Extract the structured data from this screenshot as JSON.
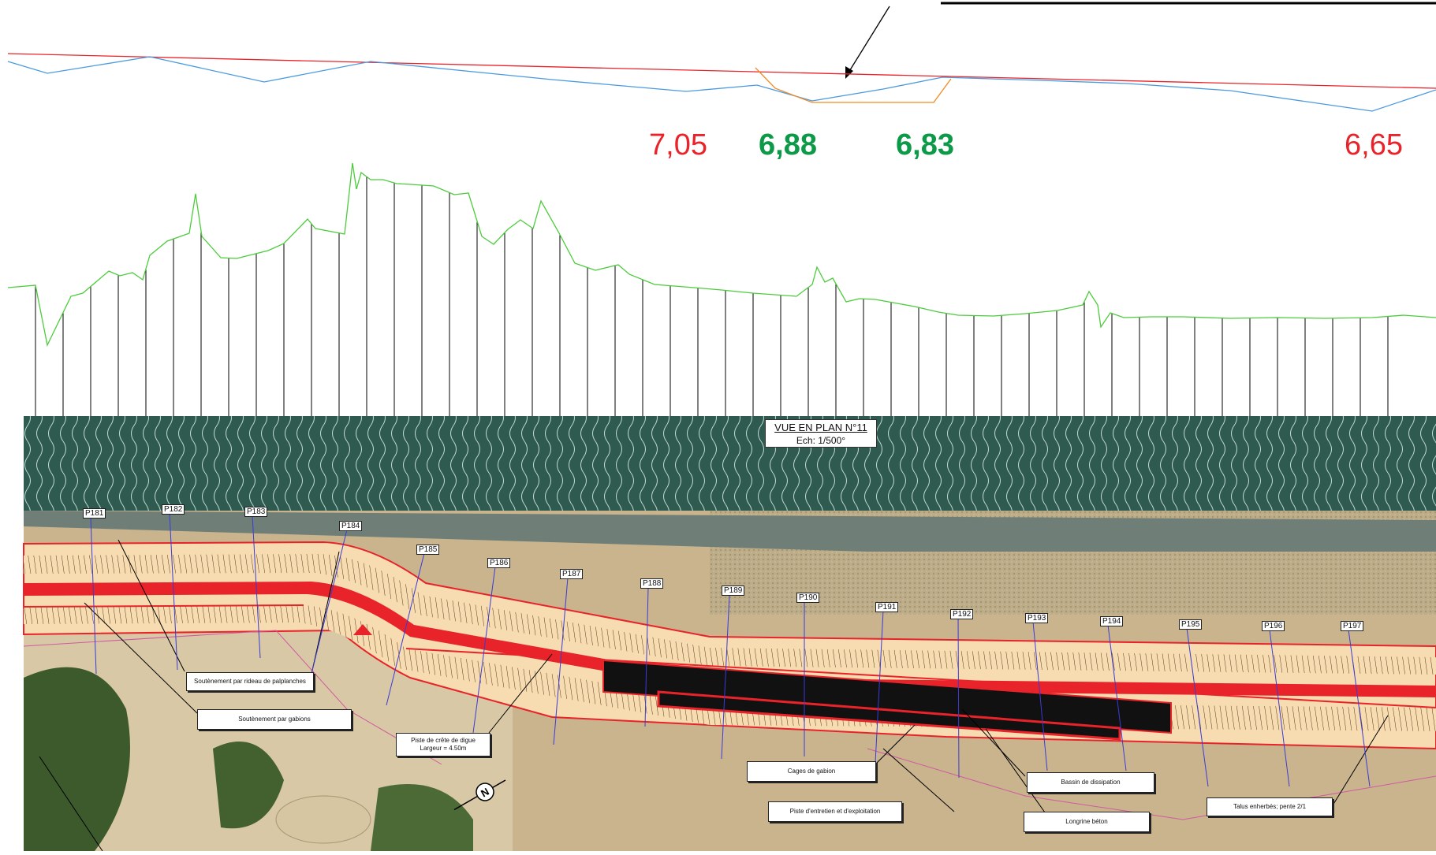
{
  "levels": {
    "l1": {
      "value": "7,05",
      "color": "#e8232a"
    },
    "l2": {
      "value": "6,88",
      "color": "#0c9a48"
    },
    "l3": {
      "value": "6,83",
      "color": "#0c9a48"
    },
    "l4": {
      "value": "6,65",
      "color": "#e8232a"
    }
  },
  "plan": {
    "title": "VUE EN PLAN  N°11",
    "scale": "Ech: 1/500°"
  },
  "profiles": [
    "P181",
    "P182",
    "P183",
    "P184",
    "P185",
    "P186",
    "P187",
    "P188",
    "P189",
    "P190",
    "P191",
    "P192",
    "P193",
    "P194",
    "P195",
    "P196",
    "P197"
  ],
  "annotations": {
    "palplanches": "Soutènement par rideau de palplanches",
    "gabions": "Soutènement par gabions",
    "piste_crete": "Piste de crête de digue",
    "piste_largeur": "Largeur = 4.50m",
    "cages": "Cages de gabion",
    "piste_entretien": "Piste d'entretien et d'exploitation",
    "bassin": "Bassin de dissipation",
    "longrine": "Longrine béton",
    "talus": "Talus enherbés; pente 2/1"
  },
  "colors": {
    "road_fill": "#f6dcb0",
    "road_red": "#e8232a",
    "terrain_green": "#2f5a50",
    "profile_line": "#3b3bd6",
    "ground_line": "#4ccc3c",
    "water_line": "#4a9ae0"
  }
}
